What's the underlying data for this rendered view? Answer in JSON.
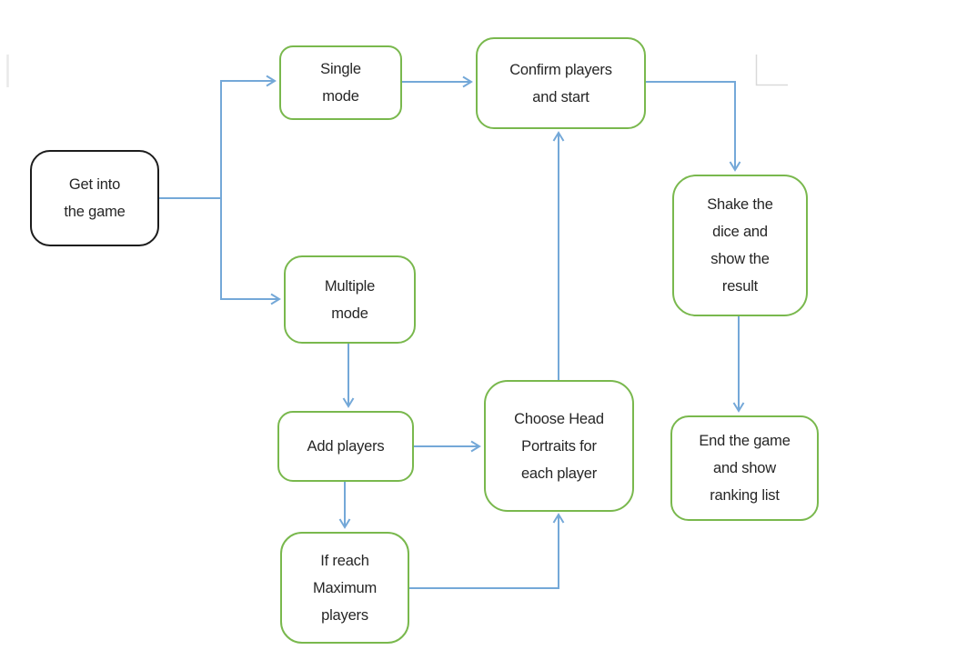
{
  "colors": {
    "node_outline_green": "#79b84d",
    "node_outline_black": "#1c1c1c",
    "connector_blue": "#74a8d8",
    "text": "#262626"
  },
  "diagram": {
    "type": "flowchart",
    "nodes": [
      {
        "id": "get-into-game",
        "label": [
          "Get into",
          "the game"
        ],
        "outline": "black"
      },
      {
        "id": "single-mode",
        "label": [
          "Single",
          "mode"
        ],
        "outline": "green"
      },
      {
        "id": "confirm-players",
        "label": [
          "Confirm players",
          "and start"
        ],
        "outline": "green"
      },
      {
        "id": "shake-dice",
        "label": [
          "Shake the",
          "dice and",
          "show the",
          "result"
        ],
        "outline": "green"
      },
      {
        "id": "multiple-mode",
        "label": [
          "Multiple",
          "mode"
        ],
        "outline": "green"
      },
      {
        "id": "add-players",
        "label": [
          "Add players"
        ],
        "outline": "green"
      },
      {
        "id": "choose-portraits",
        "label": [
          "Choose Head",
          "Portraits for",
          "each player"
        ],
        "outline": "green"
      },
      {
        "id": "if-reach-max",
        "label": [
          "If reach",
          "Maximum",
          "players"
        ],
        "outline": "green"
      },
      {
        "id": "end-game",
        "label": [
          "End the game",
          "and show",
          "ranking list"
        ],
        "outline": "green"
      }
    ],
    "edges": [
      {
        "from": "get-into-game",
        "to": "single-mode"
      },
      {
        "from": "get-into-game",
        "to": "multiple-mode"
      },
      {
        "from": "single-mode",
        "to": "confirm-players"
      },
      {
        "from": "confirm-players",
        "to": "shake-dice"
      },
      {
        "from": "shake-dice",
        "to": "end-game"
      },
      {
        "from": "multiple-mode",
        "to": "add-players"
      },
      {
        "from": "add-players",
        "to": "choose-portraits"
      },
      {
        "from": "add-players",
        "to": "if-reach-max"
      },
      {
        "from": "if-reach-max",
        "to": "choose-portraits"
      },
      {
        "from": "choose-portraits",
        "to": "confirm-players"
      }
    ]
  }
}
